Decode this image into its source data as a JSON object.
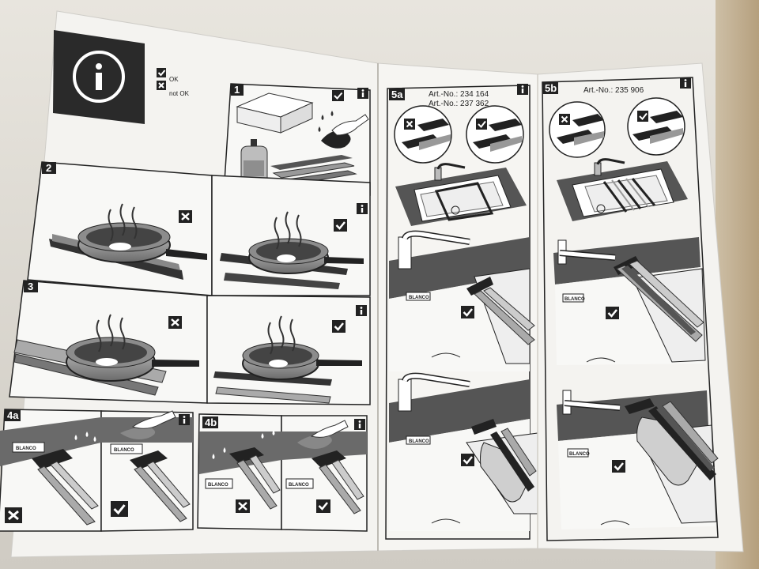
{
  "legend": {
    "ok": "OK",
    "not_ok": "not OK"
  },
  "steps": {
    "s1": "1",
    "s2": "2",
    "s3": "3",
    "s4a": "4a",
    "s4b": "4b",
    "s5a": "5a",
    "s5b": "5b"
  },
  "art_numbers": {
    "a5a_line1": "Art.-No.: 234 164",
    "a5a_line2": "Art.-No.: 237 362",
    "a5b_line1": "Art.-No.: 235 906"
  },
  "brand_label": "BLANCO",
  "icons": {
    "info": "info-icon",
    "check": "check-icon",
    "cross": "cross-icon"
  },
  "colors": {
    "paper": "#f3f2ef",
    "black": "#1e1e1e",
    "dark_counter": "#5a5a5a",
    "mid_gray": "#9a9a9a",
    "background": "#d9d6cf"
  }
}
